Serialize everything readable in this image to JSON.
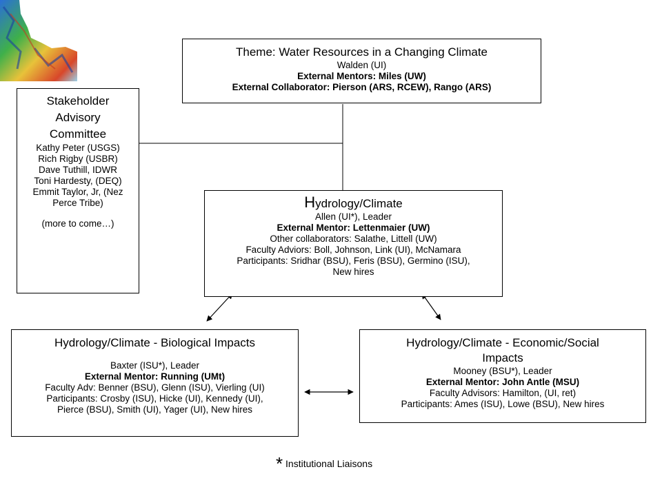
{
  "theme": {
    "title": "Theme:  Water Resources in a Changing Climate",
    "lead": "Walden (UI)",
    "mentors": "External Mentors:  Miles (UW)",
    "collaborator": "External Collaborator:  Pierson (ARS, RCEW), Rango (ARS)"
  },
  "stakeholder": {
    "title_lines": [
      "Stakeholder",
      "Advisory",
      "Committee"
    ],
    "members": [
      "Kathy Peter (USGS)",
      "Rich Rigby (USBR)",
      "Dave Tuthill, IDWR",
      "Toni Hardesty, (DEQ)",
      "Emmit Taylor, Jr, (Nez",
      "Perce Tribe)"
    ],
    "more": "(more to come…)"
  },
  "hydrology": {
    "title_first": "H",
    "title_rest": "ydrology/Climate",
    "lead": "Allen (UI*), Leader",
    "mentor": "External Mentor: Lettenmaier (UW)",
    "lines": [
      "Other collaborators:  Salathe, Littell (UW)",
      "Faculty Adviors: Boll, Johnson, Link (UI), McNamara",
      "Participants:  Sridhar (BSU), Feris (BSU), Germino (ISU),",
      "New hires"
    ]
  },
  "biological": {
    "title": "Hydrology/Climate - Biological Impacts",
    "lead": "Baxter (ISU*), Leader",
    "mentor": "External Mentor: Running (UMt)",
    "lines": [
      "Faculty Adv:  Benner (BSU), Glenn (ISU), Vierling (UI)",
      "Participants: Crosby (ISU), Hicke (UI), Kennedy (UI),",
      "Pierce (BSU), Smith (UI), Yager (UI), New hires"
    ]
  },
  "economic": {
    "title_lines": [
      "Hydrology/Climate  -  Economic/Social",
      "Impacts"
    ],
    "lead": "Mooney (BSU*), Leader",
    "mentor": "External Mentor: John Antle (MSU)",
    "lines": [
      "Faculty Advisors: Hamilton, (UI, ret)",
      "Participants:  Ames (ISU), Lowe (BSU), New hires"
    ]
  },
  "footnote": {
    "star": "*",
    "text": "Institutional Liaisons"
  },
  "map_image": {
    "icon": "idaho-relief-map-icon"
  }
}
